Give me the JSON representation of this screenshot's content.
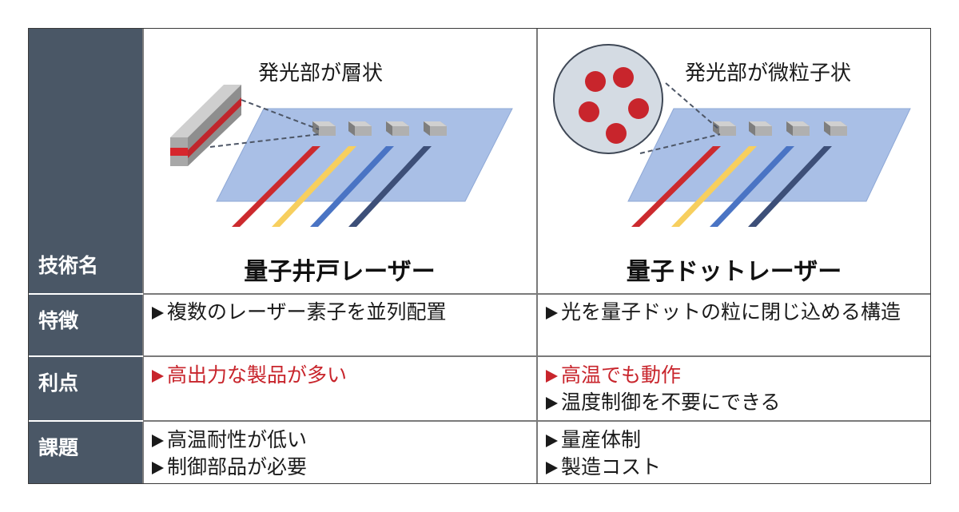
{
  "headers": {
    "tech_name": "技術名",
    "features": "特徴",
    "advantages": "利点",
    "issues": "課題"
  },
  "columns": [
    {
      "illustration_caption": "発光部が層状",
      "title": "量子井戸レーザー",
      "features": [
        "複数のレーザー素子を並列配置"
      ],
      "advantages": [
        "高出力な製品が多い"
      ],
      "issues": [
        "高温耐性が低い",
        "制御部品が必要"
      ]
    },
    {
      "illustration_caption": "発光部が微粒子状",
      "title": "量子ドットレーザー",
      "features": [
        "光を量子ドットの粒に閉じ込める構造"
      ],
      "advantages": [
        "高温でも動作",
        "温度制御を不要にできる"
      ],
      "issues": [
        "量産体制",
        "製造コスト"
      ]
    }
  ],
  "colors": {
    "header_bg": "#4a5766",
    "highlight_red": "#c8252c",
    "laser_red": "#cc2a2e",
    "laser_yellow": "#f7cf5e",
    "laser_blue": "#4a74c4",
    "laser_navy": "#3d4f78",
    "substrate": "#a9bfe6",
    "chip_gray": "#b8b8b8",
    "dot_circle": "#d4dbe3"
  }
}
